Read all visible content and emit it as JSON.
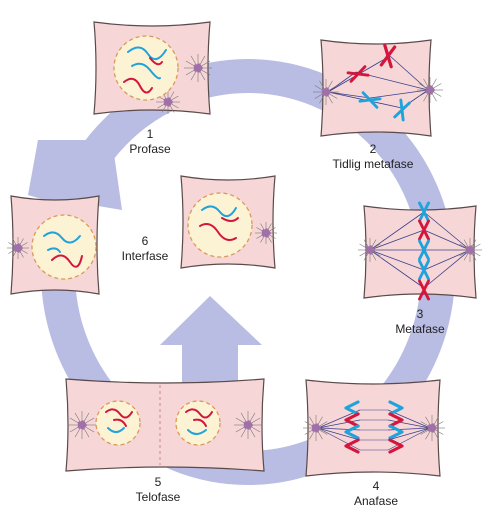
{
  "colors": {
    "ring": "#b9bce3",
    "cell_fill": "#f6d6d6",
    "cell_stroke": "#5a4a4a",
    "nucleus_fill": "#fbf3d4",
    "nucleus_stroke": "#d99a5a",
    "chrom_red": "#d4163c",
    "chrom_blue": "#1ea3dc",
    "centrosome": "#a070a8",
    "spindle": "#3a3f8a",
    "aster": "#777777"
  },
  "stages": [
    {
      "number": "1",
      "name": "Profase"
    },
    {
      "number": "2",
      "name": "Tidlig metafase"
    },
    {
      "number": "3",
      "name": "Metafase"
    },
    {
      "number": "4",
      "name": "Anafase"
    },
    {
      "number": "5",
      "name": "Telofase"
    },
    {
      "number": "6",
      "name": "Interfase"
    }
  ]
}
